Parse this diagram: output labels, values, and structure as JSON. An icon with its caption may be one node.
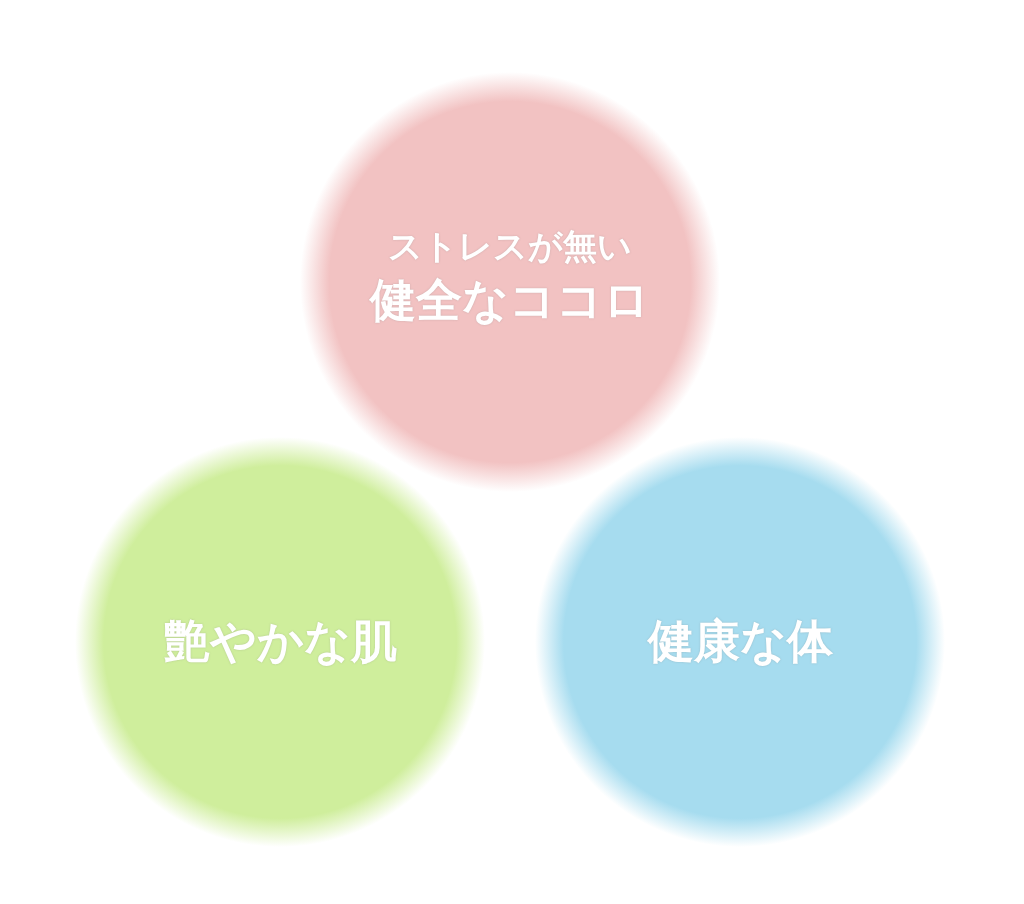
{
  "diagram": {
    "nodes": [
      {
        "text": [
          "ストレスが無い",
          "健全なココロ"
        ]
      },
      {
        "text": [
          "艶やかな肌"
        ]
      },
      {
        "text": [
          "健康な体"
        ]
      }
    ]
  }
}
